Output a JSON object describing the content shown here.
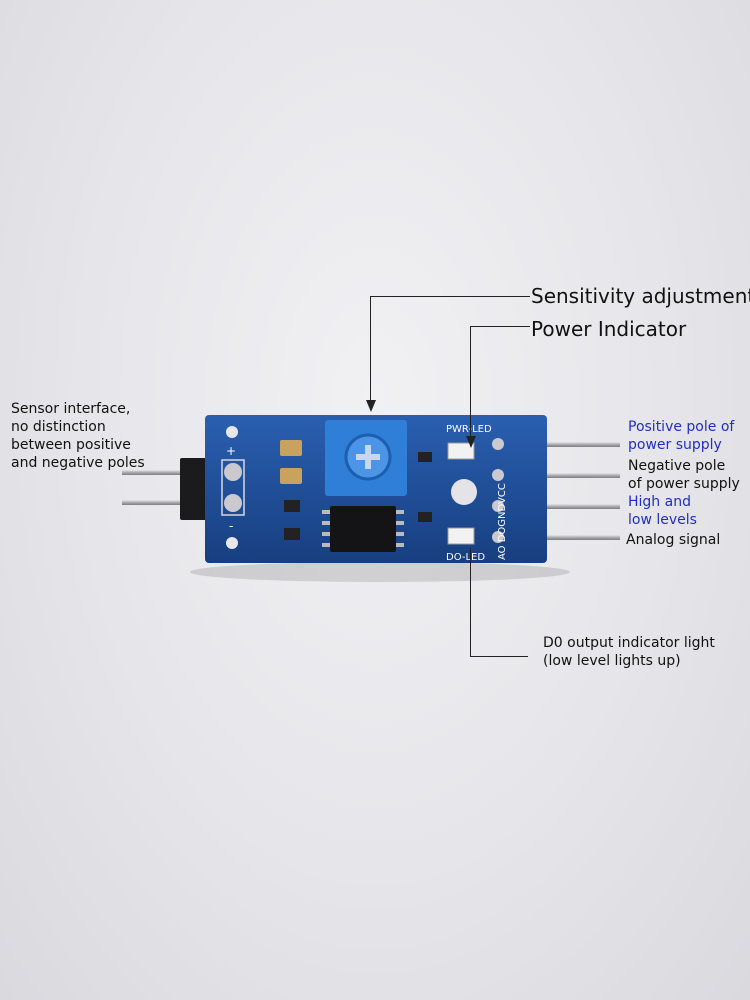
{
  "labels": {
    "sensitivity": "Sensitivity adjustment",
    "power_indicator": "Power Indicator",
    "sensor_interface": [
      "Sensor interface,",
      "no distinction",
      "between positive",
      "and negative poles"
    ],
    "positive_pole": [
      "Positive pole of",
      "power supply"
    ],
    "negative_pole": [
      "Negative pole",
      "of power supply"
    ],
    "high_low": [
      "High and",
      "low levels"
    ],
    "analog": "Analog signal",
    "d0_indicator": [
      "D0 output indicator light",
      "(low level lights up)"
    ]
  },
  "board_text": {
    "pwr_led": "PWR-LED",
    "do_led": "DO-LED",
    "pins": "AO DOGNDVCC",
    "plus": "+",
    "minus": "-"
  },
  "colors": {
    "pcb": "#1f4f9a",
    "pcb_dark": "#173f80",
    "potentiometer": "#2f7fd8",
    "label_blue": "#1f2fc2"
  }
}
